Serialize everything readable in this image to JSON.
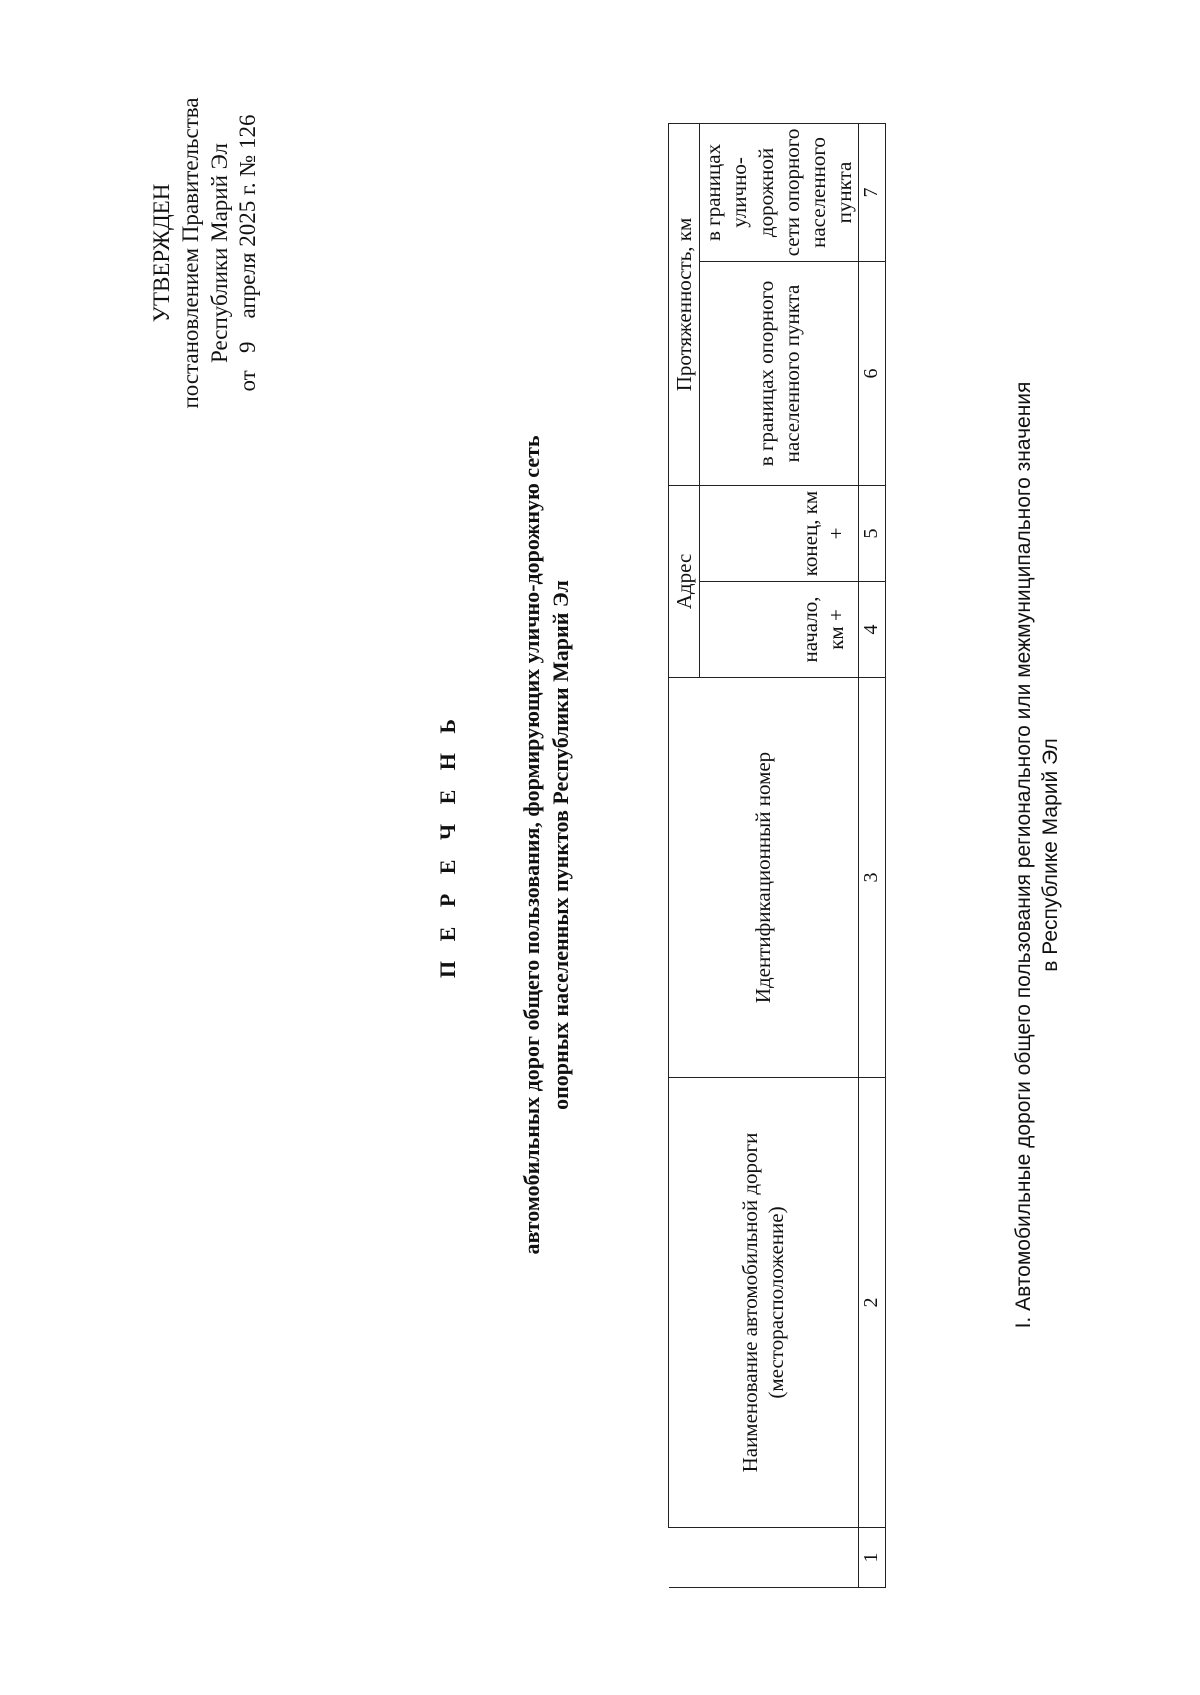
{
  "approval": {
    "line1": "УТВЕРЖДЕН",
    "line2": "постановлением Правительства",
    "line3": "Республики Марий Эл",
    "line4": "от   9    апреля 2025 г. № 126"
  },
  "title": "П Е Р Е Ч Е Н Ь",
  "subtitle": {
    "line1": "автомобильных дорог общего пользования, формирующих улично-дорожную сеть",
    "line2": "опорных населенных пунктов Республики Марий Эл"
  },
  "table": {
    "headers": {
      "name": "Наименование автомобильной дороги (месторасположение)",
      "id_number": "Идентификационный номер",
      "address": "Адрес",
      "address_start": "начало, км +",
      "address_end": "конец, км +",
      "length": "Протяженность, км",
      "length_within": "в границах опорного населенного пункта",
      "length_network": "в границах улично-дорожной сети опорного населенного пункта"
    },
    "column_numbers": [
      "1",
      "2",
      "3",
      "4",
      "5",
      "6",
      "7"
    ]
  },
  "section_heading": {
    "line1": "I. Автомобильные дороги общего пользования регионального или межмуниципального значения",
    "line2": "в Республике Марий Эл"
  }
}
